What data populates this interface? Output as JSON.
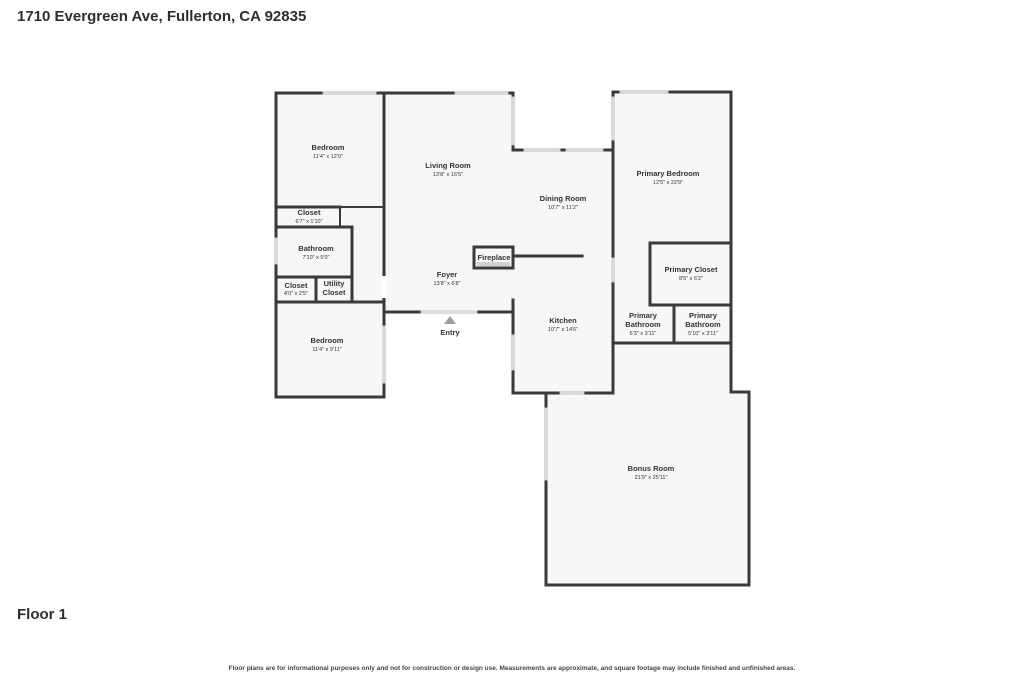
{
  "header": {
    "address": "1710 Evergreen Ave, Fullerton, CA 92835"
  },
  "floor": {
    "label": "Floor 1"
  },
  "footer": {
    "disclaimer": "Floor plans are for informational purposes only and not for construction or design use. Measurements are approximate, and square footage may include finished and unfinished areas."
  },
  "entry": {
    "label": "Entry"
  },
  "fireplace": {
    "label": "Fireplace"
  },
  "rooms": {
    "bedroom_top": {
      "name": "Bedroom",
      "dims": "11'4\" x 12'0\""
    },
    "closet_top": {
      "name": "Closet",
      "dims": "6'7\" x 1'10\""
    },
    "bathroom": {
      "name": "Bathroom",
      "dims": "7'10\" x 5'0\""
    },
    "closet_small": {
      "name": "Closet",
      "dims": "4'0\" x 2'5\""
    },
    "utility_closet": {
      "name_line1": "Utility",
      "name_line2": "Closet"
    },
    "bedroom_bottom": {
      "name": "Bedroom",
      "dims": "11'4\" x 9'11\""
    },
    "living_room": {
      "name": "Living Room",
      "dims": "13'8\" x 16'5\""
    },
    "foyer": {
      "name": "Foyer",
      "dims": "13'8\" x 6'8\""
    },
    "dining_room": {
      "name": "Dining Room",
      "dims": "10'7\" x 11'2\""
    },
    "kitchen": {
      "name": "Kitchen",
      "dims": "10'7\" x 14'6\""
    },
    "primary_bedroom": {
      "name": "Primary Bedroom",
      "dims": "12'5\" x 22'9\""
    },
    "primary_closet": {
      "name": "Primary Closet",
      "dims": "8'5\" x 6'2\""
    },
    "primary_bath_1": {
      "name_line1": "Primary",
      "name_line2": "Bathroom",
      "dims": "6'3\" x 3'11\""
    },
    "primary_bath_2": {
      "name_line1": "Primary",
      "name_line2": "Bathroom",
      "dims": "5'10\" x 3'11\""
    },
    "bonus_room": {
      "name": "Bonus Room",
      "dims": "21'9\" x 25'11\""
    }
  }
}
